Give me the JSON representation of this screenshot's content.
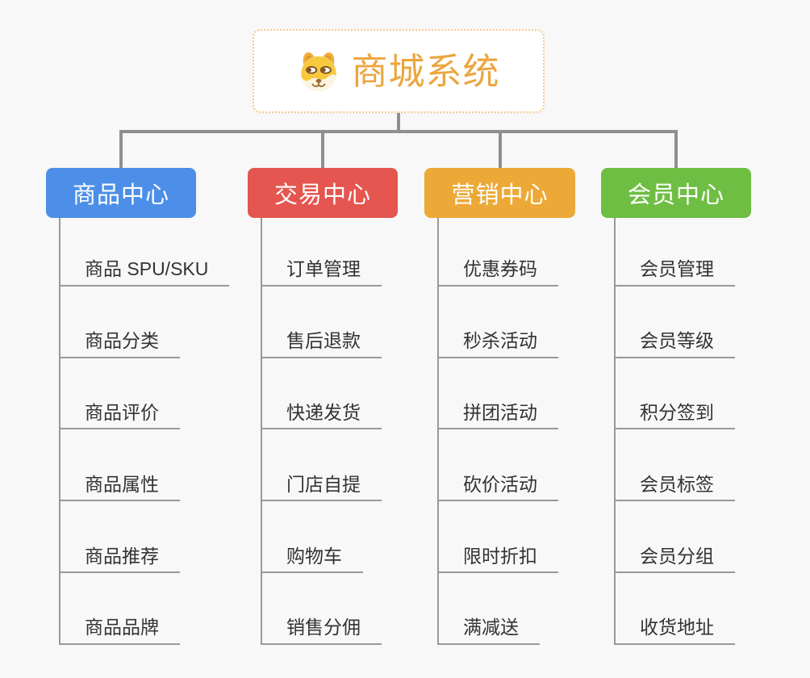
{
  "root": {
    "title": "商城系统",
    "icon": "dog-face-icon",
    "accent_color": "#eba63e",
    "border_color": "#f5c988"
  },
  "connector_color": "#8f8f8f",
  "leaf_line_color": "#999999",
  "leaf_text_color": "#333333",
  "branches": [
    {
      "label": "商品中心",
      "color": "#4d8fe8",
      "children": [
        "商品 SPU/SKU",
        "商品分类",
        "商品评价",
        "商品属性",
        "商品推荐",
        "商品品牌"
      ]
    },
    {
      "label": "交易中心",
      "color": "#e4564f",
      "children": [
        "订单管理",
        "售后退款",
        "快递发货",
        "门店自提",
        "购物车",
        "销售分佣"
      ]
    },
    {
      "label": "营销中心",
      "color": "#eca937",
      "children": [
        "优惠券码",
        "秒杀活动",
        "拼团活动",
        "砍价活动",
        "限时折扣",
        "满减送"
      ]
    },
    {
      "label": "会员中心",
      "color": "#6fbe44",
      "children": [
        "会员管理",
        "会员等级",
        "积分签到",
        "会员标签",
        "会员分组",
        "收货地址"
      ]
    }
  ]
}
